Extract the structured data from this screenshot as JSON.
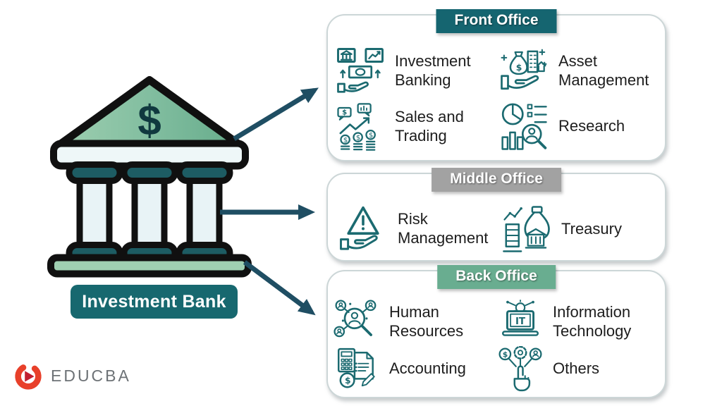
{
  "colors": {
    "front_office_header": "#156570",
    "middle_office_header": "#a2a2a2",
    "back_office_header": "#69ad90",
    "icon_stroke": "#1b6a70",
    "arrow": "#1f4e63",
    "bank_label_background": "#17686f",
    "item_label_text": "#1d1d1d"
  },
  "bank": {
    "label": "Investment Bank",
    "icon": "bank-building-illustration",
    "roof_symbol": "$"
  },
  "logo": {
    "text": "EDUCBA",
    "icon": "educba-logo-mark"
  },
  "offices": [
    {
      "title": "Front Office",
      "items": [
        {
          "label": "Investment Banking",
          "icon": "investment-banking-icon"
        },
        {
          "label": "Asset Management",
          "icon": "asset-management-icon"
        },
        {
          "label": "Sales and Trading",
          "icon": "sales-and-trading-icon"
        },
        {
          "label": "Research",
          "icon": "research-icon"
        }
      ]
    },
    {
      "title": "Middle Office",
      "items": [
        {
          "label": "Risk Management",
          "icon": "risk-management-icon"
        },
        {
          "label": "Treasury",
          "icon": "treasury-icon"
        }
      ]
    },
    {
      "title": "Back Office",
      "items": [
        {
          "label": "Human Resources",
          "icon": "human-resources-icon"
        },
        {
          "label": "Information Technology",
          "icon": "information-technology-icon"
        },
        {
          "label": "Accounting",
          "icon": "accounting-icon"
        },
        {
          "label": "Others",
          "icon": "others-icon"
        }
      ]
    }
  ]
}
